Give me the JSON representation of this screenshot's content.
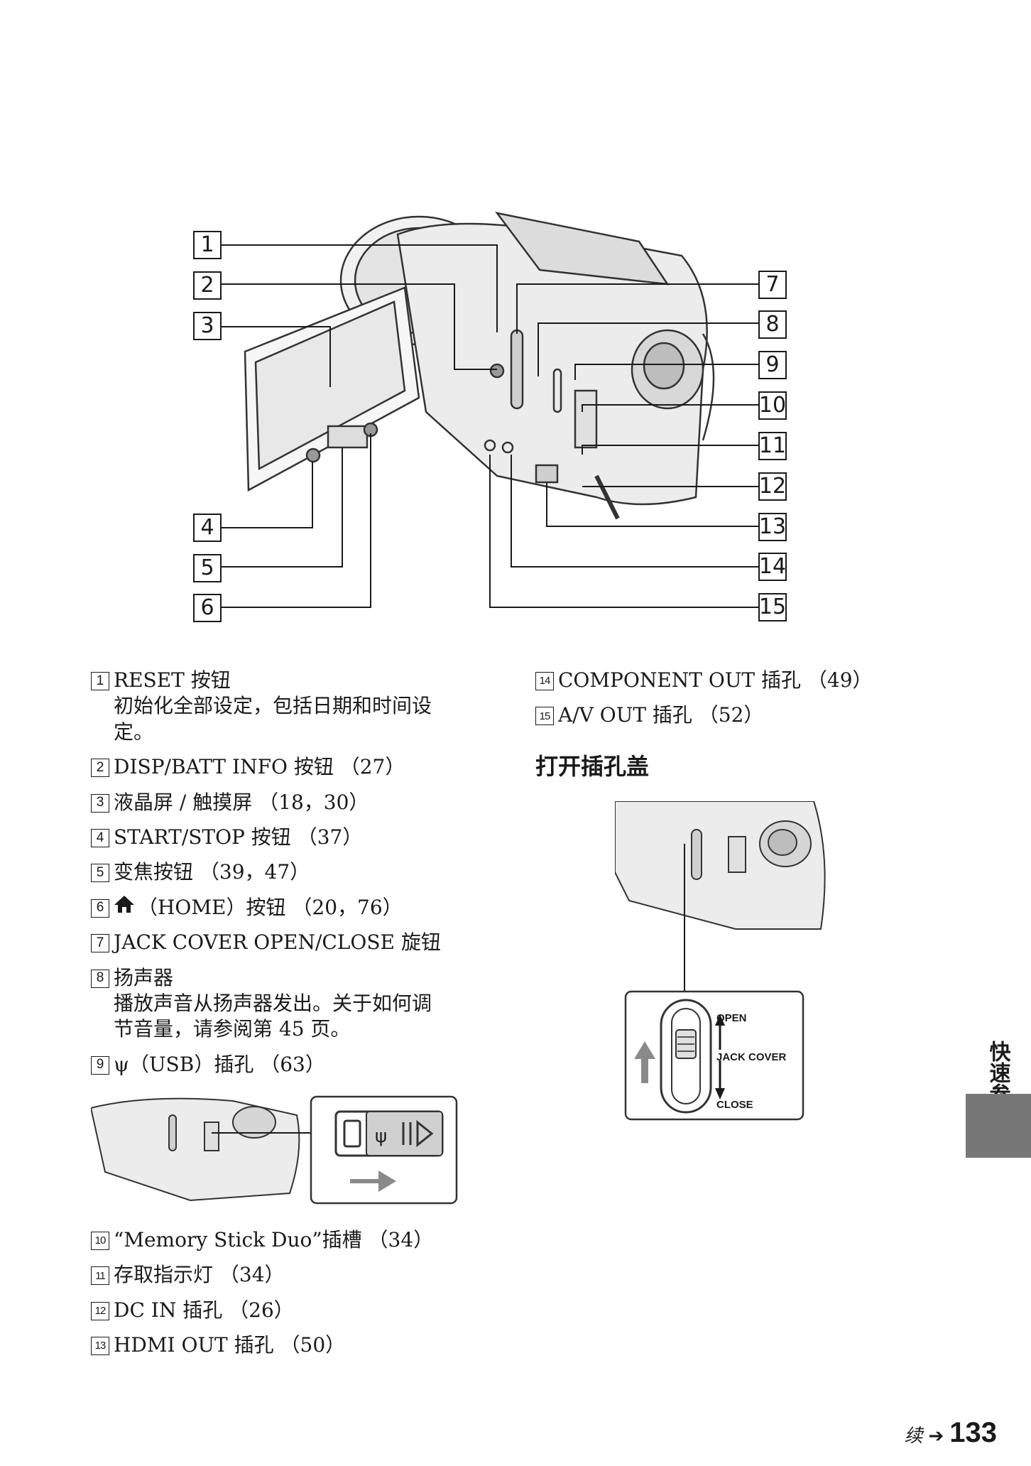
{
  "callouts": [
    "1",
    "2",
    "3",
    "4",
    "5",
    "6",
    "7",
    "8",
    "9",
    "10",
    "11",
    "12",
    "13",
    "14",
    "15"
  ],
  "left_items": [
    {
      "num": "1",
      "text": "RESET 按钮",
      "desc": "初始化全部设定，包括日期和时间设\n定。"
    },
    {
      "num": "2",
      "text": "DISP/BATT INFO 按钮 （27）"
    },
    {
      "num": "3",
      "text": "液晶屏 / 触摸屏 （18，30）"
    },
    {
      "num": "4",
      "text": "START/STOP 按钮 （37）"
    },
    {
      "num": "5",
      "text": "变焦按钮 （39，47）"
    },
    {
      "num": "6",
      "text": "（HOME）按钮 （20，76）"
    },
    {
      "num": "7",
      "text": "JACK COVER OPEN/CLOSE 旋钮"
    },
    {
      "num": "8",
      "text": "扬声器",
      "desc": "播放声音从扬声器发出。关于如何调\n节音量，请参阅第 45 页。"
    },
    {
      "num": "9",
      "text": "ψ（USB）插孔 （63）"
    }
  ],
  "bottom_items": [
    {
      "num": "10",
      "text": "“Memory Stick Duo”插槽 （34）"
    },
    {
      "num": "11",
      "text": "存取指示灯 （34）"
    },
    {
      "num": "12",
      "text": "DC IN 插孔 （26）"
    },
    {
      "num": "13",
      "text": "HDMI OUT 插孔 （50）"
    }
  ],
  "right_items": [
    {
      "num": "14",
      "text": "COMPONENT OUT 插孔 （49）"
    },
    {
      "num": "15",
      "text": "A/V OUT 插孔 （52）"
    }
  ],
  "section_title": "打开插孔盖",
  "jack_labels": {
    "open": "OPEN",
    "jack_cover": "JACK COVER",
    "close": "CLOSE"
  },
  "side_tab": "快速参考",
  "footer": {
    "continued": "续",
    "page": "133"
  },
  "icons": {
    "home": "home-icon",
    "usb_arrow": "arrow-right-icon",
    "up_arrow": "arrow-up-icon"
  }
}
